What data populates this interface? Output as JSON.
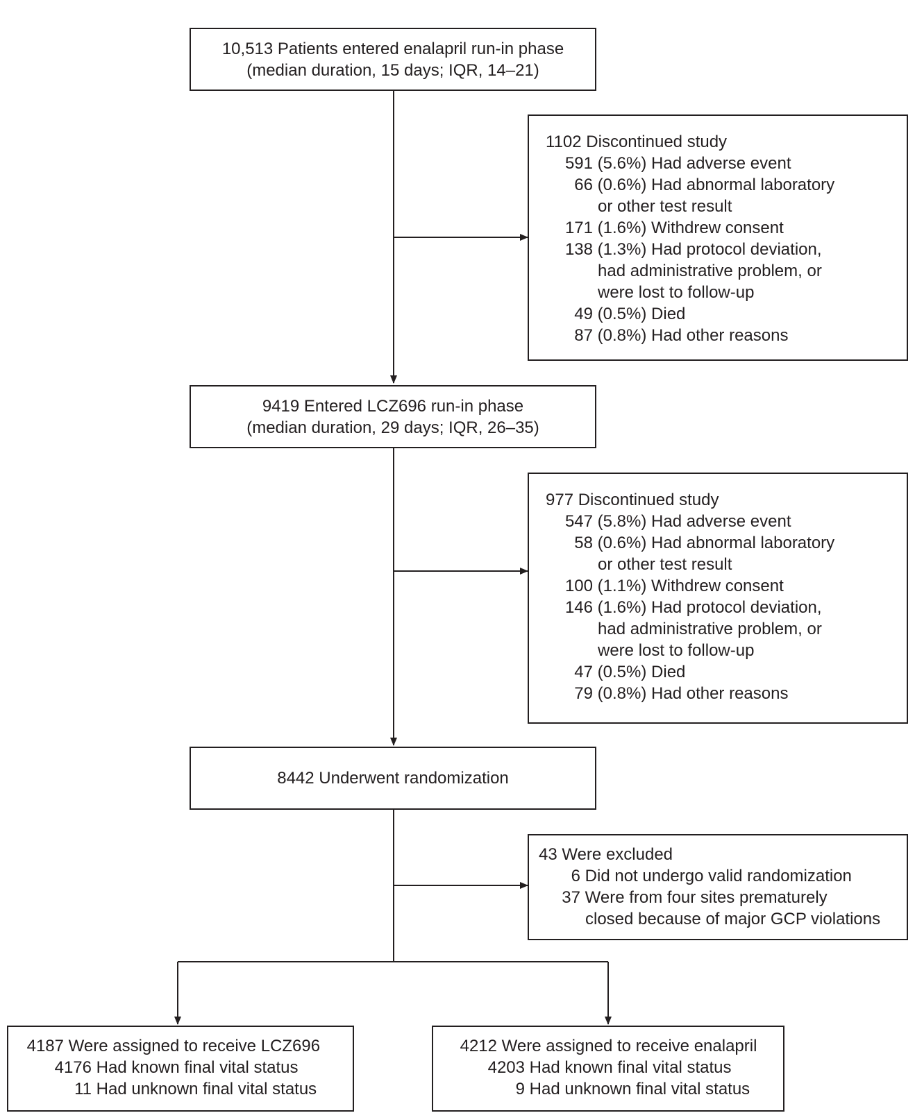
{
  "colors": {
    "stroke": "#231f20",
    "text": "#231f20",
    "background": "#ffffff"
  },
  "enrollment": {
    "line1": "10,513 Patients entered enalapril run-in phase",
    "line2": "(median duration, 15 days; IQR, 14–21)"
  },
  "exclusion1": {
    "header": "1102 Discontinued study",
    "reasons": [
      {
        "count": "591",
        "text": " (5.6%) Had adverse event"
      },
      {
        "count": "66",
        "text": " (0.6%) Had abnormal laboratory",
        "cont": [
          "or other test result"
        ]
      },
      {
        "count": "171",
        "text": " (1.6%) Withdrew consent"
      },
      {
        "count": "138",
        "text": " (1.3%) Had protocol deviation,",
        "cont": [
          "had administrative problem, or",
          "were lost to follow-up"
        ]
      },
      {
        "count": "49",
        "text": " (0.5%) Died"
      },
      {
        "count": "87",
        "text": " (0.8%) Had other reasons"
      }
    ]
  },
  "runin2": {
    "line1": "9419 Entered LCZ696 run-in phase",
    "line2": "(median duration, 29 days; IQR, 26–35)"
  },
  "exclusion2": {
    "header": "977 Discontinued study",
    "reasons": [
      {
        "count": "547",
        "text": " (5.8%) Had adverse event"
      },
      {
        "count": "58",
        "text": " (0.6%) Had abnormal laboratory",
        "cont": [
          "or other test result"
        ]
      },
      {
        "count": "100",
        "text": " (1.1%) Withdrew consent"
      },
      {
        "count": "146",
        "text": " (1.6%) Had protocol deviation,",
        "cont": [
          "had administrative problem, or",
          "were lost to follow-up"
        ]
      },
      {
        "count": "47",
        "text": " (0.5%) Died"
      },
      {
        "count": "79",
        "text": " (0.8%) Had other reasons"
      }
    ]
  },
  "randomization": {
    "label": "8442 Underwent randomization"
  },
  "excluded": {
    "header": "43 Were excluded",
    "reasons": [
      {
        "count": "6",
        "text": " Did not undergo valid randomization"
      },
      {
        "count": "37",
        "text": " Were from four sites prematurely",
        "cont": [
          "closed because of major GCP violations"
        ]
      }
    ]
  },
  "arm_lcz": {
    "header_count": "4187",
    "header_text": " Were assigned to receive LCZ696",
    "rows": [
      {
        "count": "4176",
        "text": " Had known final vital status"
      },
      {
        "count": "11",
        "text": " Had unknown final vital status"
      }
    ]
  },
  "arm_enalapril": {
    "header_count": "4212",
    "header_text": " Were assigned to receive enalapril",
    "rows": [
      {
        "count": "4203",
        "text": " Had known final vital status"
      },
      {
        "count": "9",
        "text": " Had unknown final vital status"
      }
    ]
  }
}
